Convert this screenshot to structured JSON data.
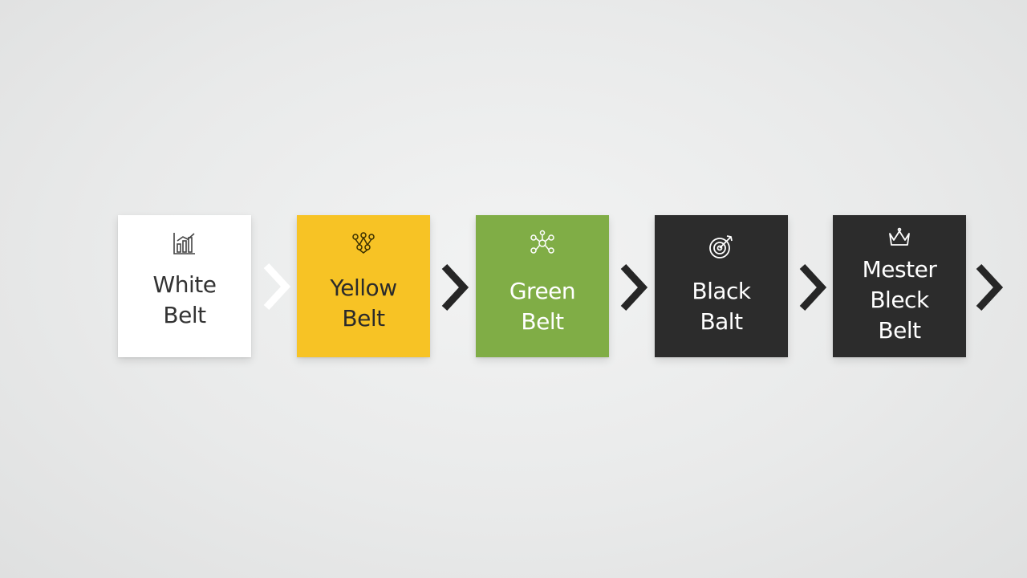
{
  "steps": [
    {
      "label": "White\nBelt",
      "bg": "#ffffff",
      "fg": "#333333",
      "icon": "bar-chart-icon"
    },
    {
      "label": "Yellow\nBelt",
      "bg": "#f7c325",
      "fg": "#2b2b2b",
      "icon": "team-network-icon"
    },
    {
      "label": "Green\nBelt",
      "bg": "#80ad46",
      "fg": "#ffffff",
      "icon": "molecule-icon"
    },
    {
      "label": "Black\nBalt",
      "bg": "#2c2c2c",
      "fg": "#ffffff",
      "icon": "target-icon"
    },
    {
      "label": "Mester\nBleck\nBelt",
      "bg": "#2c2c2c",
      "fg": "#ffffff",
      "icon": "crown-icon"
    }
  ],
  "chevron_colors": {
    "light": "#ffffff",
    "dark": "#262626"
  }
}
